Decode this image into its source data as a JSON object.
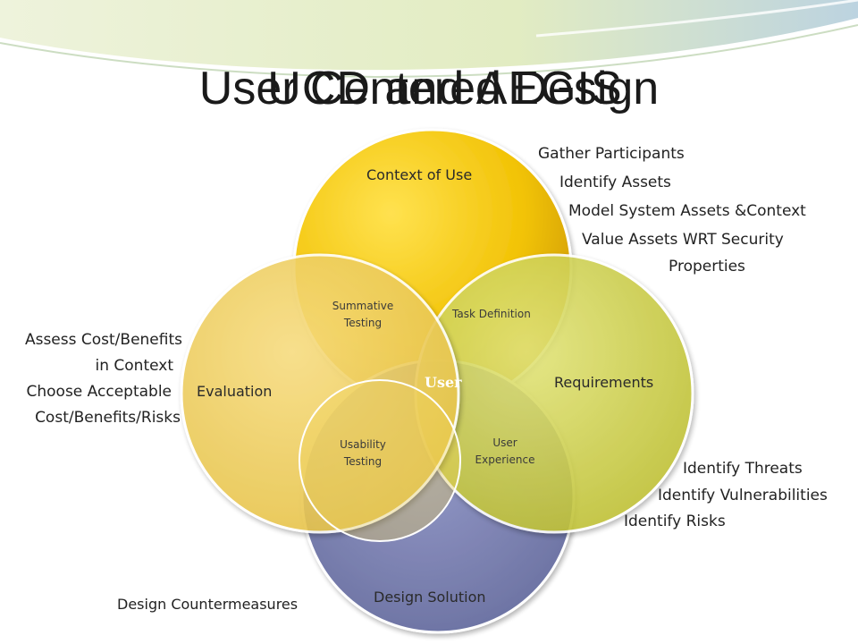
{
  "slide": {
    "title_overlap_1": "User Centered Design",
    "title_overlap_2": "UCD and AEGIS"
  },
  "colors": {
    "context": "#f2c200",
    "requirements": "#cfd143",
    "design": "#7d83b3",
    "evaluation": "#f0d060",
    "background_wave": "#d6e6a8"
  },
  "circles": {
    "context": "Context of Use",
    "requirements": "Requirements",
    "design": "Design Solution",
    "evaluation": "Evaluation"
  },
  "overlaps": {
    "summative": [
      "Summative",
      "Testing"
    ],
    "task": "Task Definition",
    "usability": [
      "Usability",
      "Testing"
    ],
    "experience": [
      "User",
      "Experience"
    ],
    "center": "User"
  },
  "annotations": {
    "context": [
      "Gather Participants",
      "Identify Assets",
      "Model System Assets &Context",
      "Value Assets WRT Security",
      "Properties"
    ],
    "evaluation": [
      "Assess Cost/Benefits",
      "in Context",
      "Choose Acceptable",
      "Cost/Benefits/Risks"
    ],
    "requirements": [
      "Identify Threats",
      "Identify Vulnerabilities",
      "Identify Risks"
    ],
    "design": [
      "Design Countermeasures"
    ]
  }
}
